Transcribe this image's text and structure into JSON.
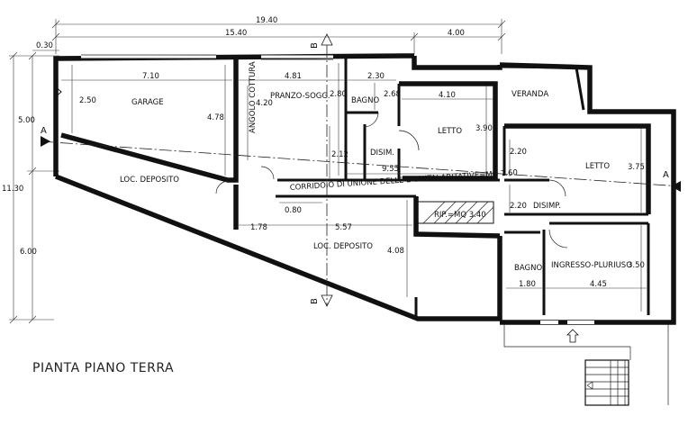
{
  "title": "PIANTA PIANO TERRA",
  "rooms": {
    "garage": "GARAGE",
    "angolo_cottura": "ANGOLO COTTURA",
    "pranzo": "PRANZO-SOGG.",
    "bagno_top": "BAGNO",
    "letto_top": "LETTO",
    "veranda": "VERANDA",
    "disim_top": "DISIM.",
    "letto_right": "LETTO",
    "loc_deposito_left": "LOC. DEPOSITO",
    "corridoio": "CORRIDOIO DI UNIONE DELLE 2 UNITA' ABITATIVE=MQ 7.60",
    "disimp": "DISIMP.",
    "rip": "RIP.=MQ 3.40",
    "loc_deposito_mid": "LOC. DEPOSITO",
    "bagno_bottom": "BAGNO",
    "ingresso": "INGRESSO-PLURIUSO"
  },
  "dimensions": {
    "d_19_40": "19.40",
    "d_15_40": "15.40",
    "d_4_00": "4.00",
    "d_0_30": "0.30",
    "d_5_00": "5.00",
    "d_11_30": "11.30",
    "d_6_00": "6.00",
    "d_7_10": "7.10",
    "d_2_50": "2.50",
    "d_4_78": "4.78",
    "d_4_81": "4.81",
    "d_4_20": "4.20",
    "d_2_80": "2.80",
    "d_2_30": "2.30",
    "d_2_68": "2.68",
    "d_4_10": "4.10",
    "d_3_90": "3.90",
    "d_2_12": "2.12",
    "d_9_55": "9.55",
    "d_2_20a": "2.20",
    "d_3_75": "3.75",
    "d_2_20b": "2.20",
    "d_0_80": "0.80",
    "d_1_78": "1.78",
    "d_5_57": "5.57",
    "d_4_08": "4.08",
    "d_1_80": "1.80",
    "d_4_45": "4.45",
    "d_3_50": "3.50"
  },
  "section_marks": {
    "a_left": "A",
    "a_right": "A",
    "b_top": "B",
    "b_bottom": "B"
  }
}
